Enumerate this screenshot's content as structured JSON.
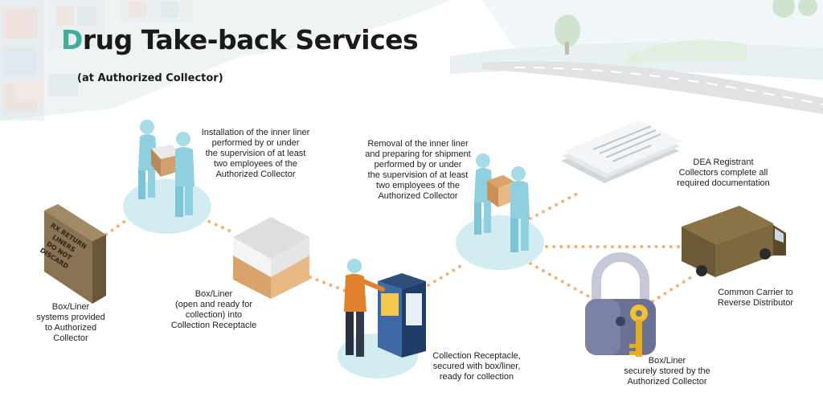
{
  "header": {
    "title_initial": "D",
    "title_rest": "rug Take-back Services",
    "subtitle": "(at Authorized Collector)"
  },
  "box_label_lines": [
    "RX RETURN",
    "LINERS",
    "DO NOT",
    "DISCARD"
  ],
  "steps": {
    "box_provided": {
      "lines": [
        "Box/Liner",
        "systems provided",
        "to Authorized",
        "Collector"
      ]
    },
    "installation": {
      "lines": [
        "Installation of the inner liner",
        "performed by or under",
        "the supervision of at least",
        "two employees of the",
        "Authorized Collector"
      ]
    },
    "box_open": {
      "lines": [
        "Box/Liner",
        "(open and ready for",
        "collection) into",
        "Collection Receptacle"
      ]
    },
    "receptacle": {
      "lines": [
        "Collection Receptacle,",
        "secured with box/liner,",
        "ready for collection"
      ]
    },
    "removal": {
      "lines": [
        "Removal of the inner liner",
        "and preparing for shipment",
        "performed by or under",
        "the supervision of at least",
        "two employees of the",
        "Authorized Collector"
      ]
    },
    "documentation": {
      "lines": [
        "DEA Registrant",
        "Collectors complete all",
        "required documentation"
      ]
    },
    "carrier": {
      "lines": [
        "Common Carrier to",
        "Reverse Distributor"
      ]
    },
    "stored": {
      "lines": [
        "Box/Liner",
        "securely stored by the",
        "Authorized Collector"
      ]
    }
  },
  "colors": {
    "accent": "#3fae9c",
    "platform": "#d2edf1",
    "connector": "#f0b27a",
    "person": "#8ecfe0",
    "truck": "#6b5a35"
  }
}
